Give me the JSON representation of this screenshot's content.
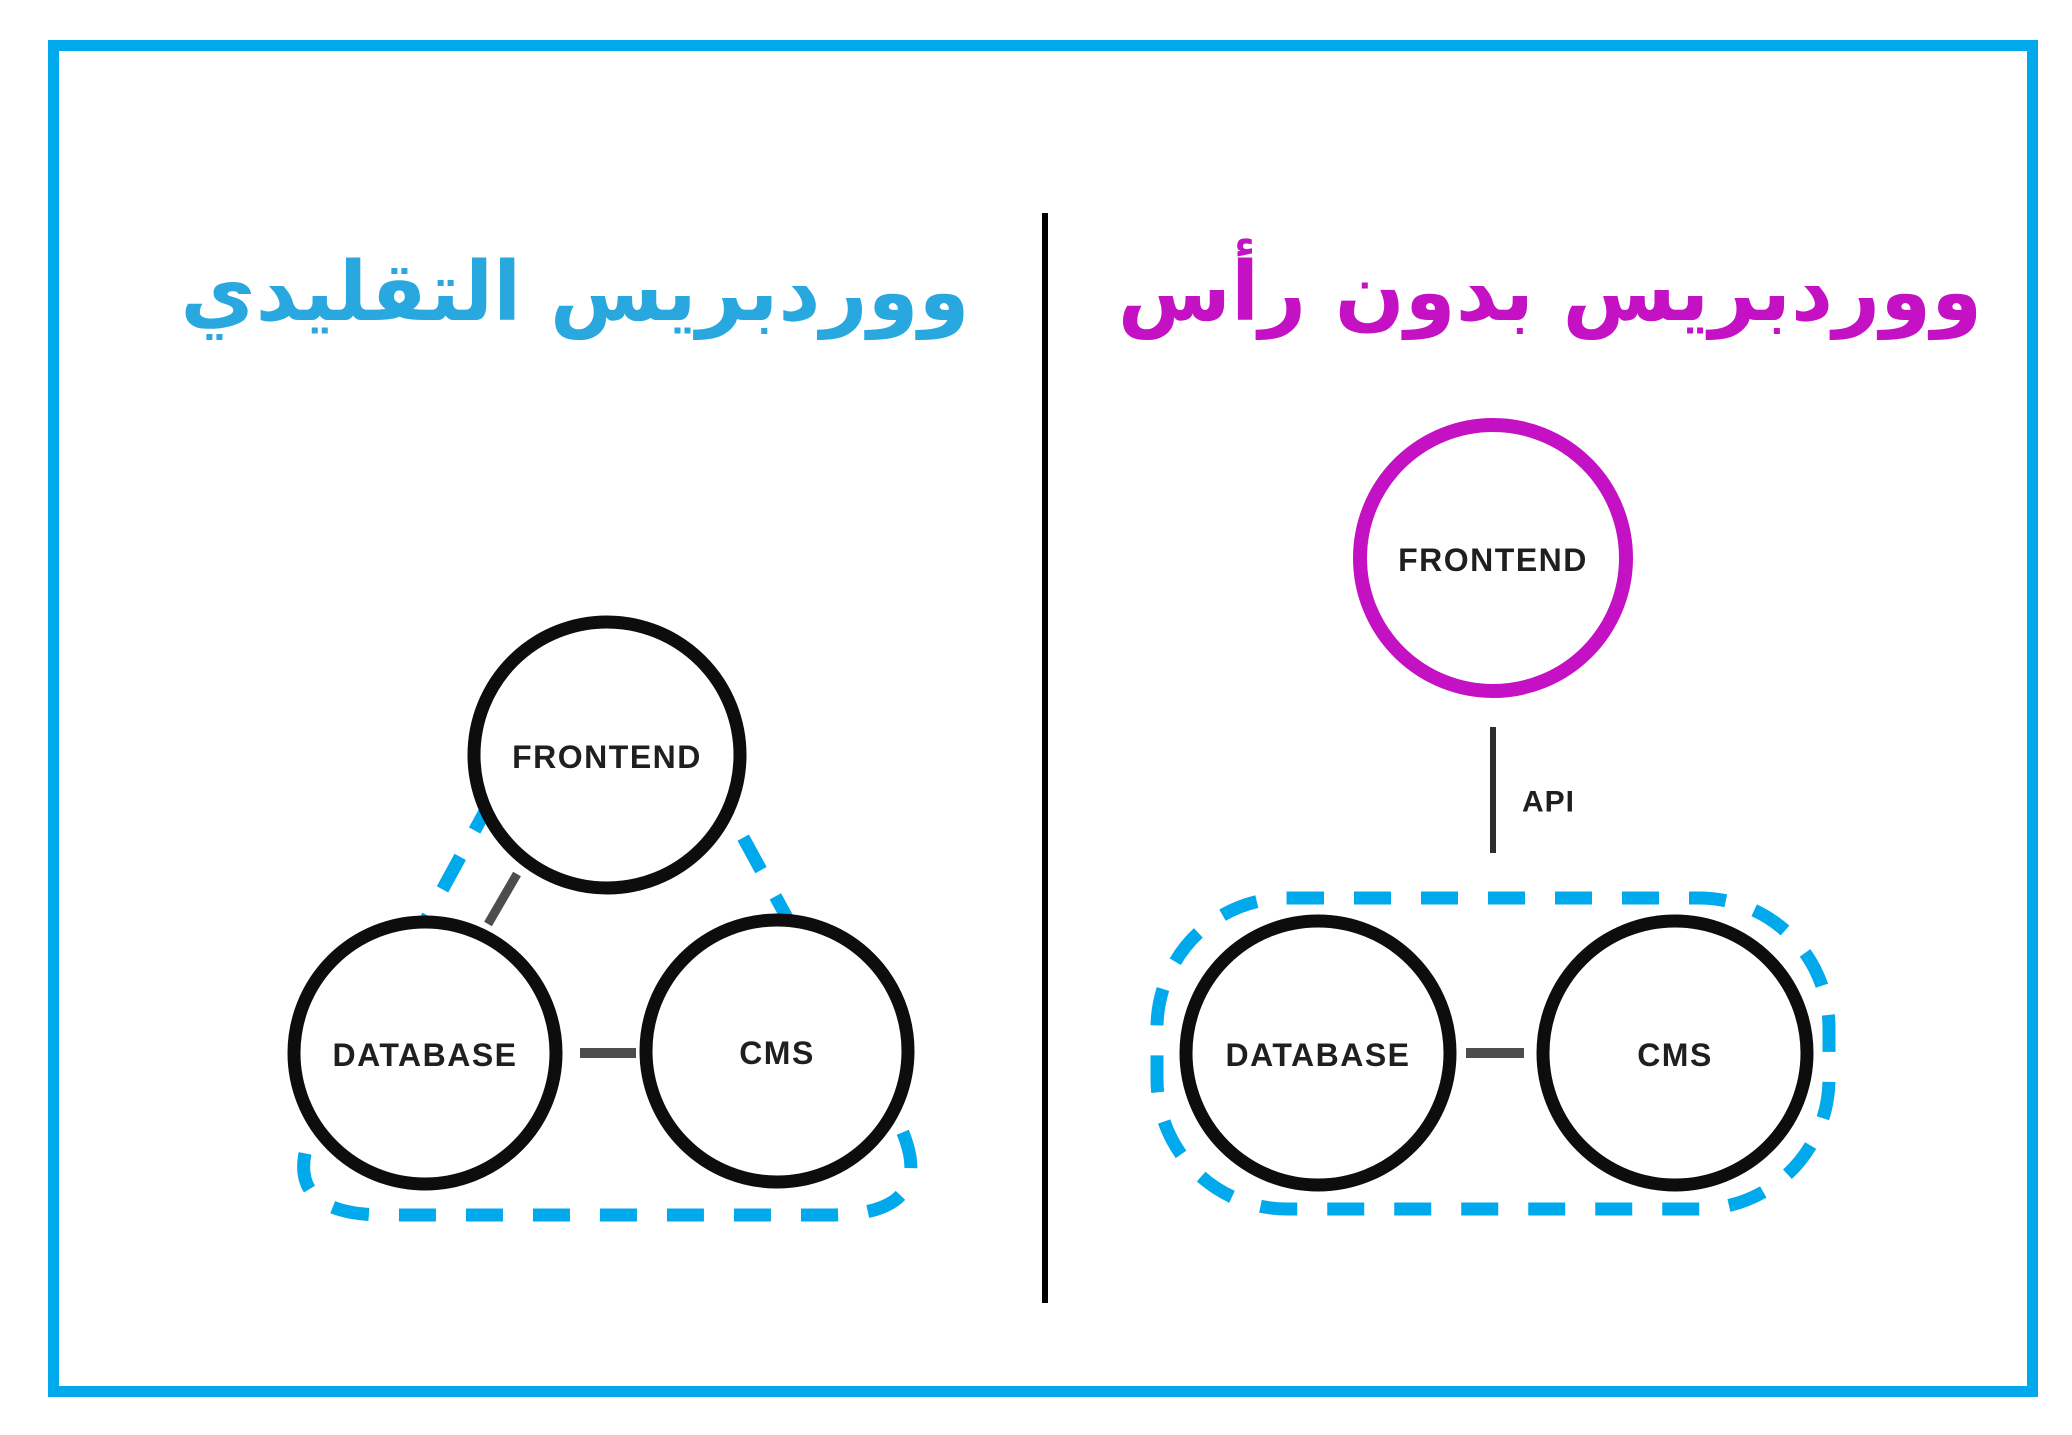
{
  "frame": {
    "border_color": "#00A9EC"
  },
  "divider_color": "#000000",
  "left_panel": {
    "title": "ووردبريس التقليدي",
    "title_color": "#29A8E0",
    "outline_style": "dashed-rounded-triangle",
    "outline_color": "#00A9EC",
    "nodes": {
      "frontend": "FRONTEND",
      "database": "DATABASE",
      "cms": "CMS"
    },
    "node_circle_color": "#0D0D0D",
    "connections": [
      "frontend-database",
      "database-cms"
    ],
    "connector_color": "#4D4D4D"
  },
  "right_panel": {
    "title": "ووردبريس بدون رأس",
    "title_color": "#C311C3",
    "frontend_circle_color": "#C311C3",
    "outline_style": "dashed-rounded-rectangle",
    "outline_color": "#00A9EC",
    "api_label": "API",
    "api_line_color": "#2E2E2E",
    "nodes": {
      "frontend": "FRONTEND",
      "database": "DATABASE",
      "cms": "CMS"
    },
    "node_circle_color": "#0D0D0D",
    "connections": [
      "frontend-api-group",
      "database-cms"
    ],
    "connector_color": "#4D4D4D"
  }
}
